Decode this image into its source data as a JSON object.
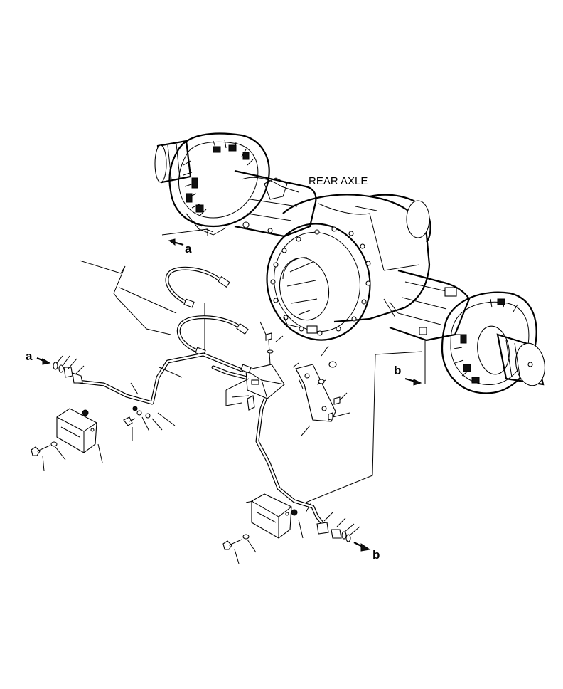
{
  "title": "REAR AXLE",
  "refs": {
    "a_top": "a",
    "a_left": "a",
    "b_right": "b",
    "b_bottom": "b"
  }
}
